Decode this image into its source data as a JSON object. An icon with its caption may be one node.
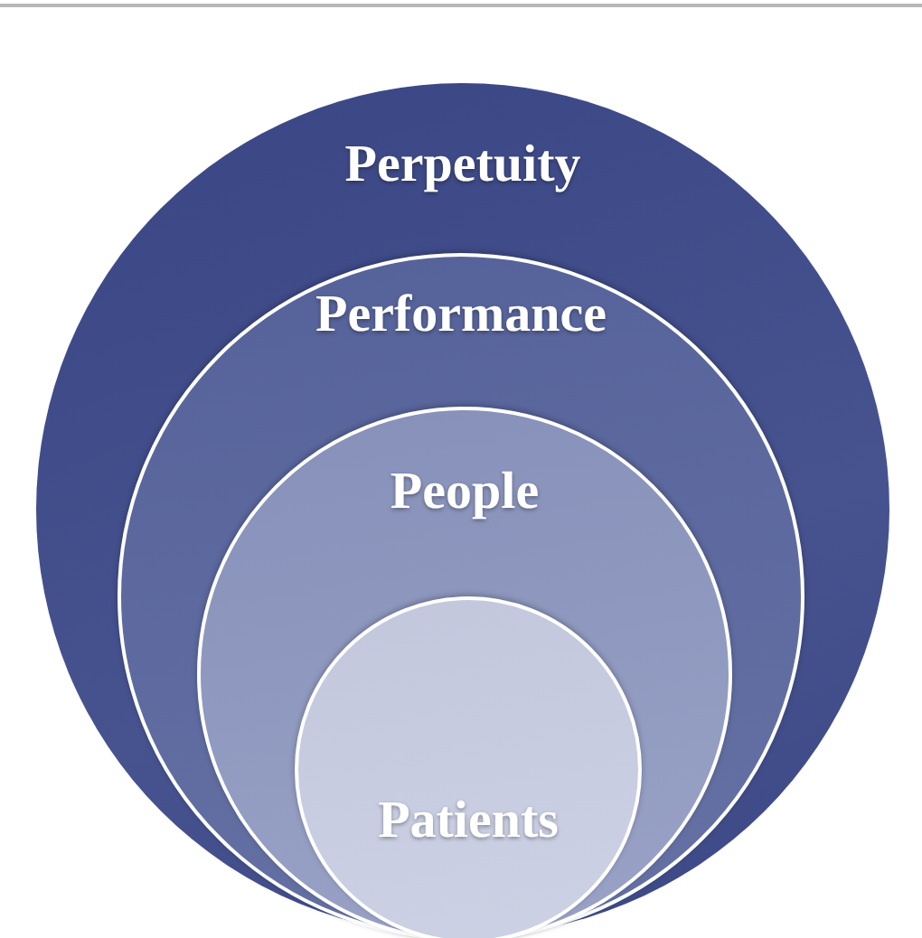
{
  "diagram": {
    "nodes": [
      {
        "text": [
          "Perpetuity"
        ]
      },
      {
        "text": [
          "Performance"
        ],
        "in": 0
      },
      {
        "text": [
          "People"
        ],
        "in": 1
      },
      {
        "text": [
          "Patients"
        ],
        "in": 2
      }
    ]
  }
}
